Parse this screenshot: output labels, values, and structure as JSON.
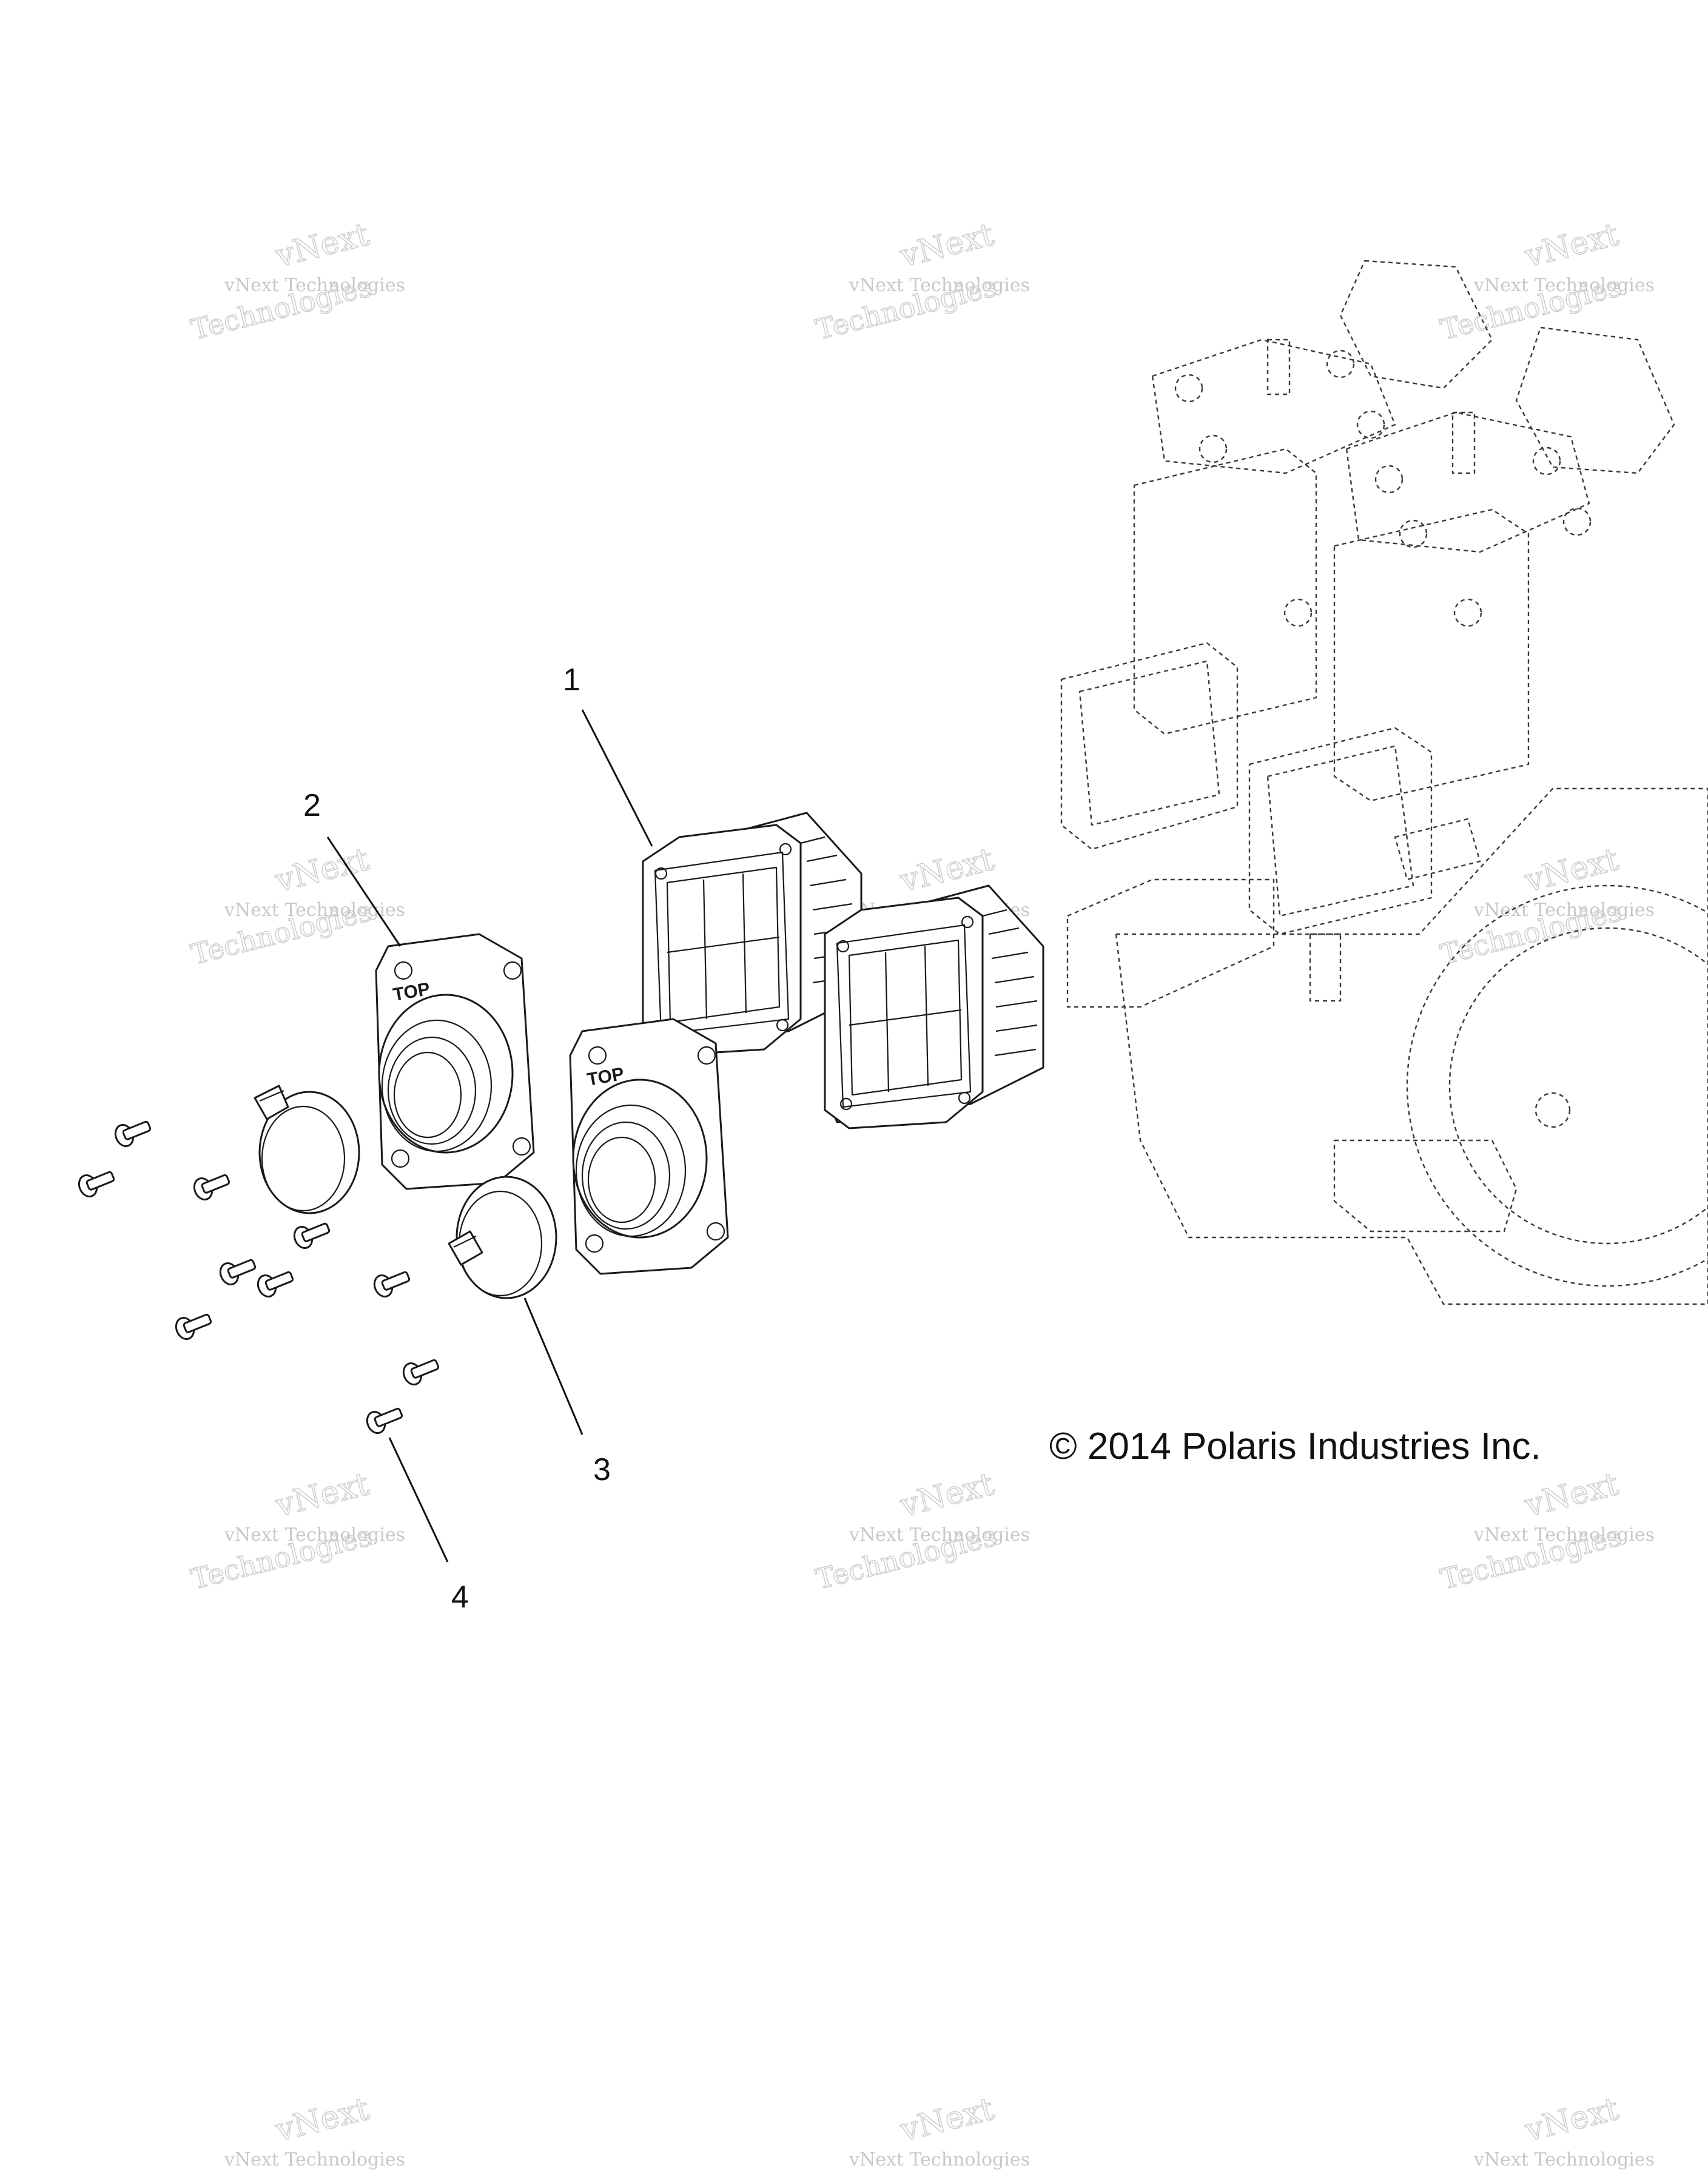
{
  "diagram": {
    "callouts": [
      {
        "id": "1",
        "label": "1"
      },
      {
        "id": "2",
        "label": "2"
      },
      {
        "id": "3",
        "label": "3"
      },
      {
        "id": "4",
        "label": "4"
      }
    ],
    "copyright": "© 2014 Polaris Industries Inc.",
    "embossed_marks": {
      "flange_top_1": "TOP",
      "flange_top_2": "TOP"
    },
    "watermark": {
      "brand": "vNext",
      "company": "vNext Technologies",
      "word": "Technologies"
    }
  }
}
